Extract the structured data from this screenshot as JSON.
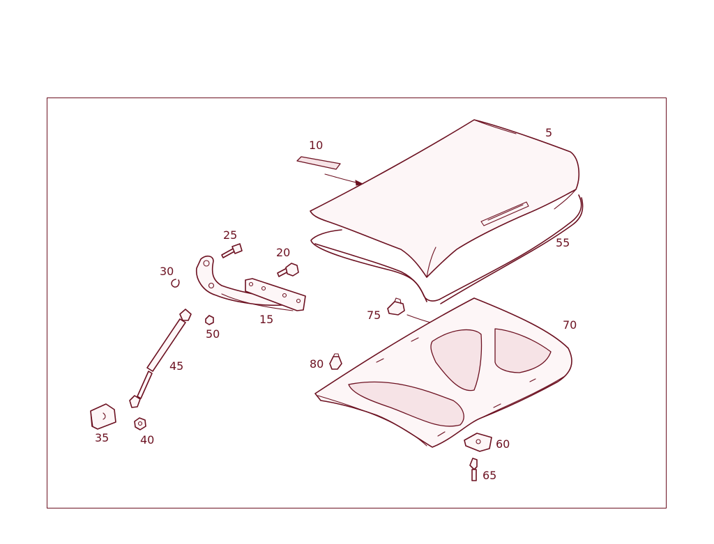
{
  "colors": {
    "line": "#6b1020",
    "fill": "#fdf6f7",
    "shade": "#f6e3e6"
  },
  "labels": {
    "p5": "5",
    "p10": "10",
    "p15": "15",
    "p20": "20",
    "p25": "25",
    "p30": "30",
    "p35": "35",
    "p40": "40",
    "p45": "45",
    "p50": "50",
    "p55": "55",
    "p60": "60",
    "p65": "65",
    "p70": "70",
    "p75": "75",
    "p80": "80"
  }
}
